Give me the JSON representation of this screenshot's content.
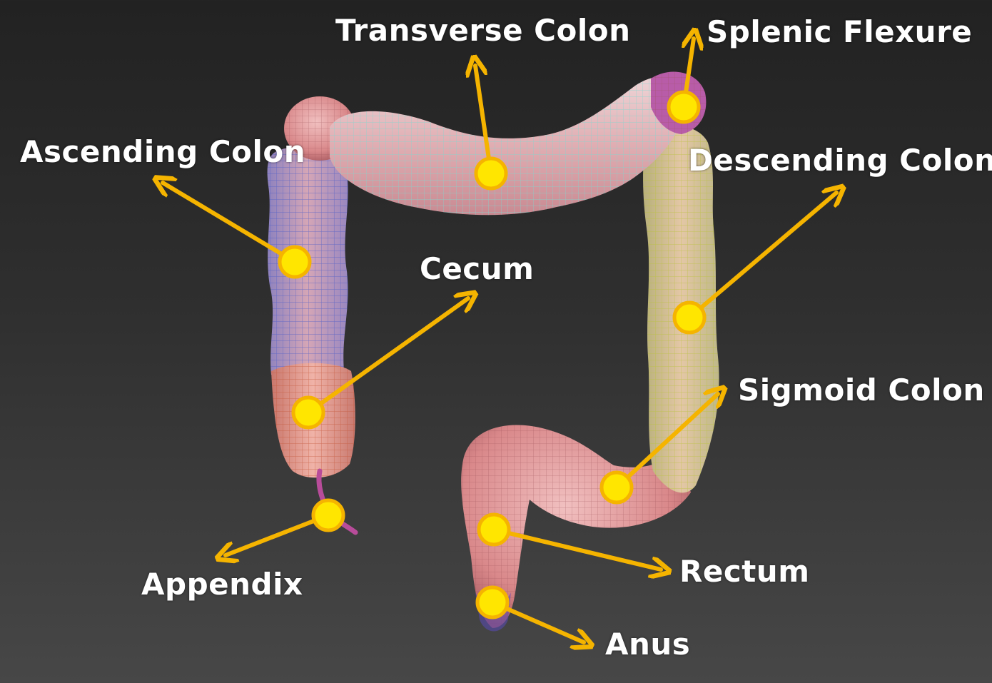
{
  "labels": {
    "transverse_colon": "Transverse Colon",
    "splenic_flexure": "Splenic Flexure",
    "ascending_colon": "Ascending Colon",
    "descending_colon": "Descending Colon",
    "cecum": "Cecum",
    "sigmoid_colon": "Sigmoid Colon",
    "appendix": "Appendix",
    "rectum": "Rectum",
    "anus": "Anus"
  },
  "colors": {
    "arrow": "#f5b400",
    "marker_fill": "#ffe600",
    "marker_stroke": "#f5b400",
    "label_text": "#ffffff",
    "colon_pink": "#d9888a",
    "ascending_tint": "#9a88c8",
    "transverse_tint": "#e3b8bd",
    "descending_tint": "#c9c08a",
    "flexure_tint": "#b04aa0",
    "wireframe_line": "#7fd6ce"
  },
  "icons": {
    "marker": "yellow-dot-marker",
    "pointer": "arrow"
  }
}
